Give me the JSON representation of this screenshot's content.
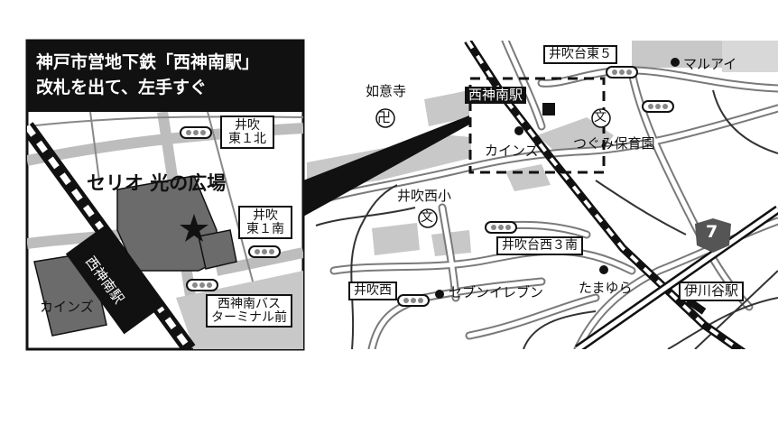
{
  "inset": {
    "header_line1": "神戸市営地下鉄「西神南駅」",
    "header_line2": "改札を出て、左手すぐ",
    "venue": "セリオ 光の広場",
    "station_vertical": "西神南駅",
    "store": "カインズ",
    "bus_stop_1": [
      "井吹",
      "東１北"
    ],
    "bus_stop_2": [
      "井吹",
      "東１南"
    ],
    "bus_stop_3": [
      "西神南バス",
      "ターミナル前"
    ]
  },
  "map": {
    "temple": "如意寺",
    "temple_symbol": "卍",
    "station": "西神南駅",
    "store": "カインズ",
    "school": "井吹西小",
    "school_symbol": "文",
    "nursery": "つぐみ保育園",
    "nursery_symbol": "文",
    "supermarket": "マルアイ",
    "bus_stop_higashi5": "井吹台東５",
    "bus_stop_nishi3": "井吹台西３南",
    "bus_stop_nishi": "井吹西",
    "convenience": "セブンイレブン",
    "tamayura": "たまゆら",
    "ikawadani": "伊川谷駅",
    "route": "7"
  },
  "colors": {
    "background": "#ffffff",
    "ink": "#111111",
    "road": "#7a7a7a",
    "building": "#6b6b6b",
    "block": "#c8c8c8"
  }
}
